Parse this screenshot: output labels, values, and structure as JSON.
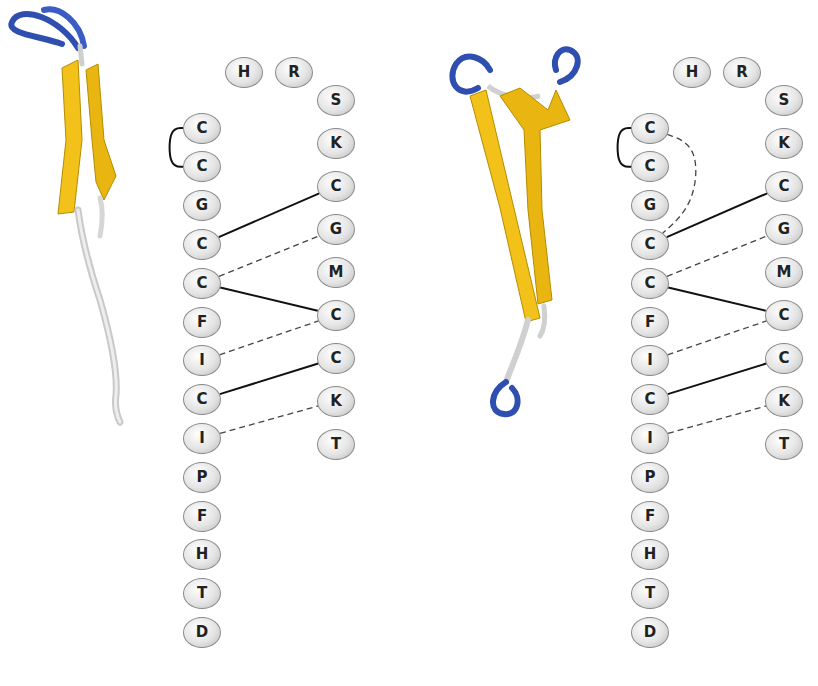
{
  "diagram": {
    "nodes": [
      {
        "text": [
          "H"
        ]
      },
      {
        "text": [
          "R"
        ]
      },
      {
        "text": [
          "C"
        ]
      },
      {
        "text": [
          "C"
        ]
      },
      {
        "text": [
          "G"
        ]
      },
      {
        "text": [
          "C"
        ]
      },
      {
        "text": [
          "C"
        ]
      },
      {
        "text": [
          "F"
        ]
      },
      {
        "text": [
          "I"
        ]
      },
      {
        "text": [
          "C"
        ]
      },
      {
        "text": [
          "I"
        ]
      },
      {
        "text": [
          "P"
        ]
      },
      {
        "text": [
          "F"
        ]
      },
      {
        "text": [
          "H"
        ]
      },
      {
        "text": [
          "T"
        ]
      },
      {
        "text": [
          "D"
        ]
      },
      {
        "text": [
          "S"
        ]
      },
      {
        "text": [
          "K"
        ]
      },
      {
        "text": [
          "C"
        ]
      },
      {
        "text": [
          "G"
        ]
      },
      {
        "text": [
          "M"
        ]
      },
      {
        "text": [
          "C"
        ]
      },
      {
        "text": [
          "C"
        ]
      },
      {
        "text": [
          "K"
        ]
      },
      {
        "text": [
          "T"
        ]
      },
      {
        "text": [
          "H"
        ]
      },
      {
        "text": [
          "R"
        ]
      },
      {
        "text": [
          "C"
        ]
      },
      {
        "text": [
          "C"
        ]
      },
      {
        "text": [
          "G"
        ]
      },
      {
        "text": [
          "C"
        ]
      },
      {
        "text": [
          "C"
        ]
      },
      {
        "text": [
          "F"
        ]
      },
      {
        "text": [
          "I"
        ]
      },
      {
        "text": [
          "C"
        ]
      },
      {
        "text": [
          "I"
        ]
      },
      {
        "text": [
          "P"
        ]
      },
      {
        "text": [
          "F"
        ]
      },
      {
        "text": [
          "H"
        ]
      },
      {
        "text": [
          "T"
        ]
      },
      {
        "text": [
          "D"
        ]
      },
      {
        "text": [
          "S"
        ]
      },
      {
        "text": [
          "K"
        ]
      },
      {
        "text": [
          "C"
        ]
      },
      {
        "text": [
          "G"
        ]
      },
      {
        "text": [
          "M"
        ]
      },
      {
        "text": [
          "C"
        ]
      },
      {
        "text": [
          "C"
        ]
      },
      {
        "text": [
          "K"
        ]
      },
      {
        "text": [
          "T"
        ]
      }
    ],
    "edges": [
      {
        "from": 2,
        "to": 3,
        "arrow": "none"
      },
      {
        "from": 5,
        "to": 18,
        "arrow": "none"
      },
      {
        "from": 6,
        "to": 19,
        "arrow": "none"
      },
      {
        "from": 6,
        "to": 21,
        "arrow": "none"
      },
      {
        "from": 8,
        "to": 21,
        "arrow": "none"
      },
      {
        "from": 9,
        "to": 22,
        "arrow": "none"
      },
      {
        "from": 10,
        "to": 23,
        "arrow": "none"
      },
      {
        "from": 27,
        "to": 28,
        "arrow": "none"
      },
      {
        "from": 27,
        "to": 30,
        "arrow": "none"
      },
      {
        "from": 30,
        "to": 43,
        "arrow": "none"
      },
      {
        "from": 31,
        "to": 44,
        "arrow": "none"
      },
      {
        "from": 31,
        "to": 46,
        "arrow": "none"
      },
      {
        "from": 33,
        "to": 46,
        "arrow": "none"
      },
      {
        "from": 34,
        "to": 47,
        "arrow": "none"
      },
      {
        "from": 35,
        "to": 48,
        "arrow": "none"
      }
    ]
  }
}
